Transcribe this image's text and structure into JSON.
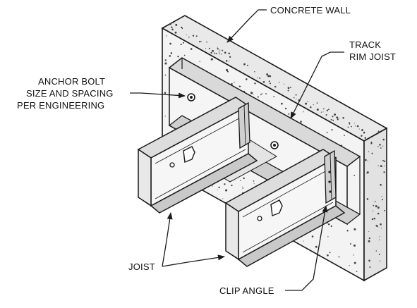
{
  "labels": {
    "concrete_wall": "CONCRETE WALL",
    "track_line1": "TRACK",
    "track_line2": "RIM JOIST",
    "anchor_line1": "ANCHOR BOLT",
    "anchor_line2": "SIZE AND SPACING",
    "anchor_line3": "PER ENGINEERING",
    "joist": "JOIST",
    "clip_angle": "CLIP ANGLE"
  },
  "colors": {
    "line": "#1a1a1a",
    "concrete": "#f2f2f2",
    "steel_light": "#f4f4f4",
    "steel_mid": "#dcdcdc",
    "steel_dark": "#bdbdbd",
    "speckle": "#444444"
  }
}
